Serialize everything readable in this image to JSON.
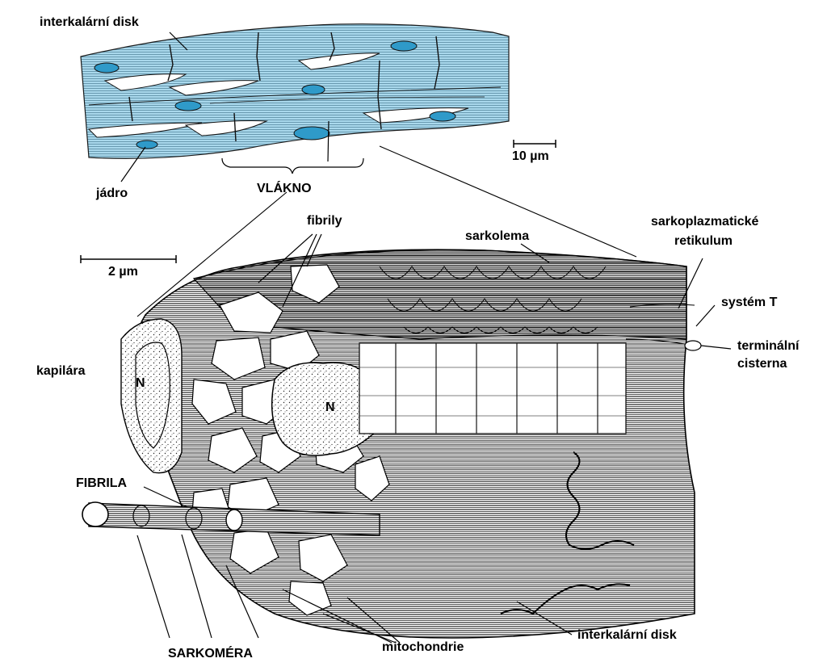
{
  "colors": {
    "cell_fill": "#a9d8ec",
    "nucleus_fill": "#2f9ac9",
    "ink": "#000000",
    "paper": "#ffffff"
  },
  "labels": {
    "interkalarni_disk_top": "interkalární disk",
    "scale_10um": "10 µm",
    "jadro": "jádro",
    "vlakno": "VLÁKNO",
    "fibrily": "fibrily",
    "sarkolema": "sarkolema",
    "sarkoplazmaticke": "sarkoplazmatické",
    "retikulum": "retikulum",
    "scale_2um": "2 µm",
    "system_t": "systém T",
    "terminalni": "terminální",
    "cisterna": "cisterna",
    "kapilara": "kapilára",
    "nucleus_n1": "N",
    "nucleus_n2": "N",
    "fibrila": "FIBRILA",
    "sarkomera": "SARKOMÉRA",
    "mitochondrie": "mitochondrie",
    "interkalarni_disk_bottom": "interkalární disk"
  }
}
